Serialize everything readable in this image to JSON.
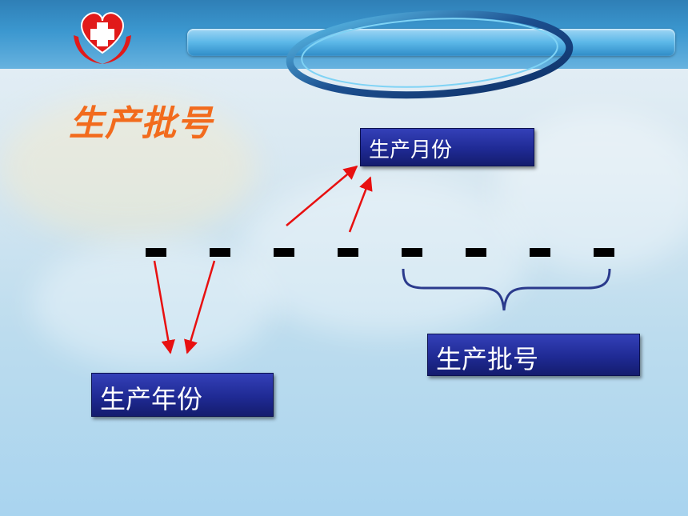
{
  "slide": {
    "title": "生产批号"
  },
  "labels": {
    "production_month": "生产月份",
    "production_year": "生产年份",
    "batch_number": "生产批号"
  },
  "digit_placeholders": [
    "-",
    "-",
    "-",
    "-",
    "-",
    "-",
    "-",
    "-"
  ],
  "colors": {
    "title": "#f26b1d",
    "label_box": "#1f2a94",
    "arrow": "#e81010",
    "brace": "#2a3a8c",
    "logo_heart": "#e11a1a"
  },
  "icons": {
    "logo": "red-cross-heart-hands-icon"
  }
}
